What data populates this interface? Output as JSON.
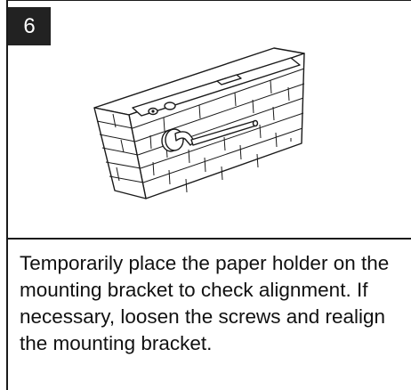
{
  "step": {
    "number": "6",
    "instruction": "Temporarily place the paper holder on the mounting bracket to check alignment. If necessary, loosen the screws and realign the mounting bracket."
  },
  "illustration": {
    "icon": "wall-mounted-paper-holder-illustration"
  },
  "colors": {
    "badge_background": "#222222",
    "badge_text": "#ffffff",
    "line": "#1a1a1a",
    "text": "#111111"
  }
}
